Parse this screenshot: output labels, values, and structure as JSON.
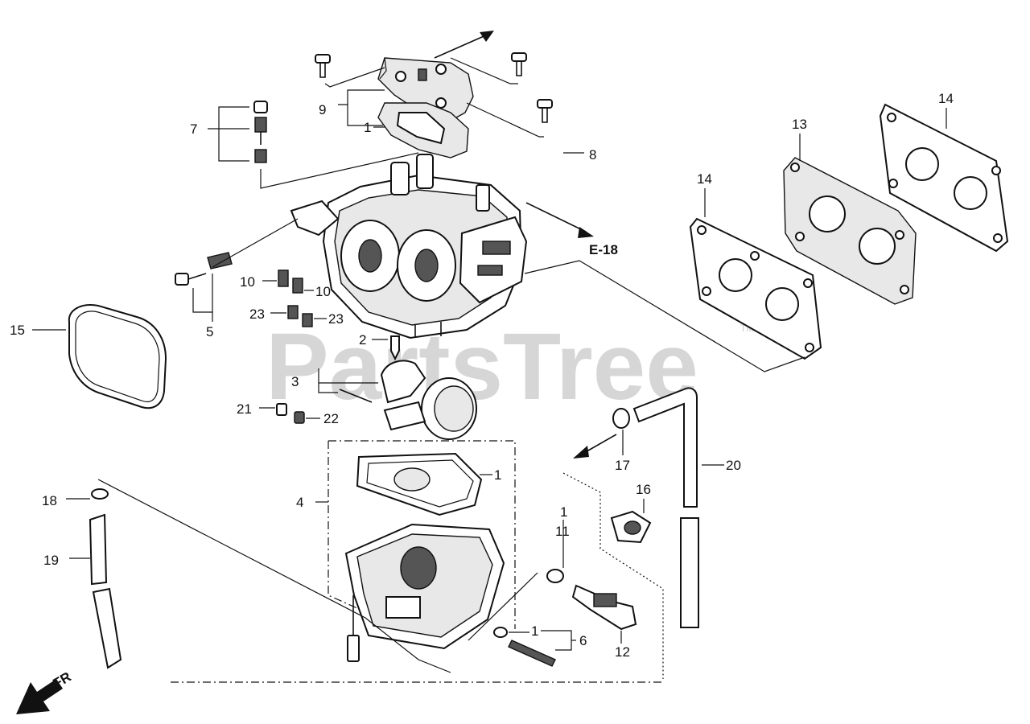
{
  "watermark": {
    "text": "PartsTree",
    "trademark": "TM"
  },
  "reference": "E-18",
  "direction": {
    "label": "FR"
  },
  "callouts": [
    "1",
    "2",
    "3",
    "4",
    "5",
    "6",
    "7",
    "8",
    "9",
    "10",
    "11",
    "12",
    "13",
    "14",
    "15",
    "16",
    "17",
    "18",
    "19",
    "20",
    "21",
    "22",
    "23"
  ]
}
